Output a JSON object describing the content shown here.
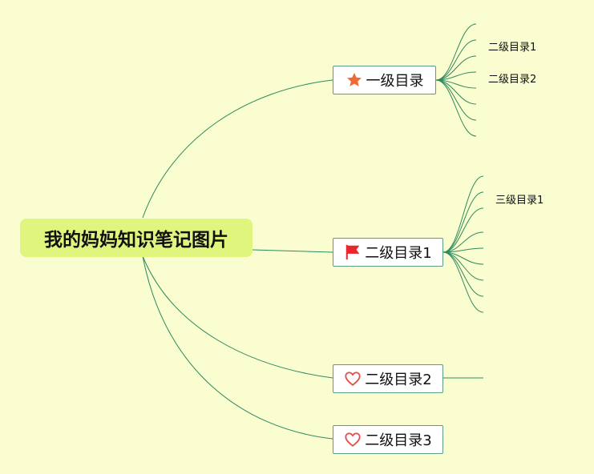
{
  "root": {
    "label": "我的妈妈知识笔记图片",
    "color": "#e0f57e"
  },
  "topics": [
    {
      "label": "一级目录",
      "icon": "star-icon",
      "icon_color": "#f06a35"
    },
    {
      "label": "二级目录1",
      "icon": "flag-icon",
      "icon_color": "#e8262b"
    },
    {
      "label": "二级目录2",
      "icon": "heart-icon",
      "icon_color": "#e2524a"
    },
    {
      "label": "二级目录3",
      "icon": "heart-icon",
      "icon_color": "#e2524a"
    }
  ],
  "subtopics": {
    "topic1": [
      "二级目录1",
      "二级目录2"
    ],
    "topic2": [
      "三级目录1"
    ]
  },
  "colors": {
    "background": "#fafdd0",
    "line": "#2e8a5e",
    "topic_border": "#5c9c84"
  }
}
